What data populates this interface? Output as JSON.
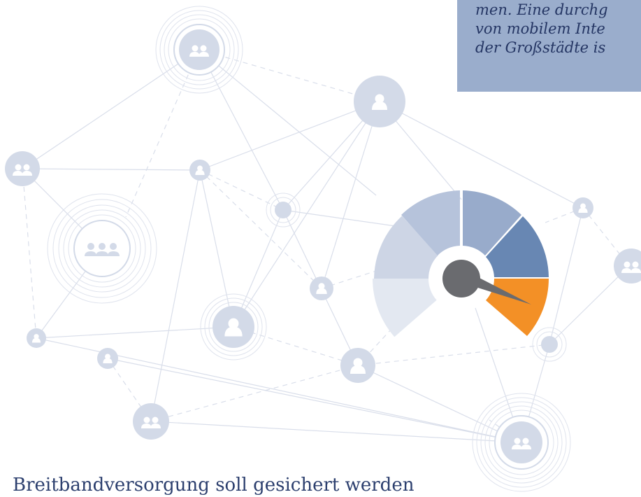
{
  "callout": {
    "line1": "men. Eine durchg",
    "line2": "von mobilem Inte",
    "line3": "der Großstädte is"
  },
  "heading": "Breitbandversorgung soll gesichert werden",
  "colors": {
    "node": "#d3dae8",
    "edge": "#d6dbe7",
    "gauge_orange": "#f39026",
    "gauge_blue_dark": "#6887b3",
    "gauge_blue_mid": "#98abcb",
    "gauge_blue_light": "#b6c3db",
    "gauge_lightest": "#e3e8f1",
    "needle": "#6a6b6f",
    "callout_bg": "#9aadcc",
    "text": "#243563"
  },
  "icons": [
    "person-icon",
    "group-icon",
    "speed-gauge-icon"
  ]
}
